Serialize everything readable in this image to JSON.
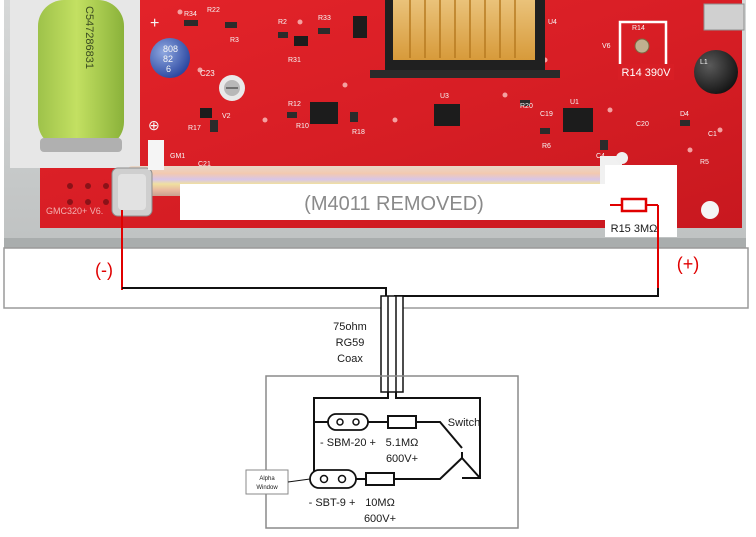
{
  "photo": {
    "removed_label": "(M4011 REMOVED)",
    "r14_label": "R14 390V",
    "r15_label": "R15 3MΩ",
    "board_text": {
      "gmc": "GMC320+ V6.",
      "battery": "C547286831",
      "cap_c23": [
        "808",
        "82",
        "6"
      ],
      "c23": "C23",
      "r14": "R14",
      "c20": "C20",
      "c21": "C21",
      "r34": "R34",
      "r22": "R22",
      "r33": "R33",
      "r3": "R3",
      "r31": "R31",
      "r12": "R12",
      "r10": "R10",
      "r18": "R18",
      "r17": "R17",
      "r2": "R2",
      "r20": "R20",
      "u3": "U3",
      "u4": "U4",
      "u1": "U1",
      "v2": "V2",
      "v6": "V6",
      "c19": "C19",
      "c4": "C4",
      "r6": "R6",
      "c1": "C1",
      "d4": "D4",
      "r5": "R5",
      "l1": "L1",
      "gm1": "GM1"
    }
  },
  "wiring": {
    "minus_label": "(-)",
    "plus_label": "(+)",
    "coax_label": [
      "75ohm",
      "RG59",
      "Coax"
    ]
  },
  "probe": {
    "switch_label": "Switch",
    "sbm20_label": "- SBM-20 +",
    "sbm20_res": [
      "5.1MΩ",
      "600V+"
    ],
    "sbt9_label": "- SBT-9 +",
    "sbt9_res": [
      "10MΩ",
      "600V+"
    ],
    "alpha_label": [
      "Alpha",
      "Window"
    ]
  }
}
